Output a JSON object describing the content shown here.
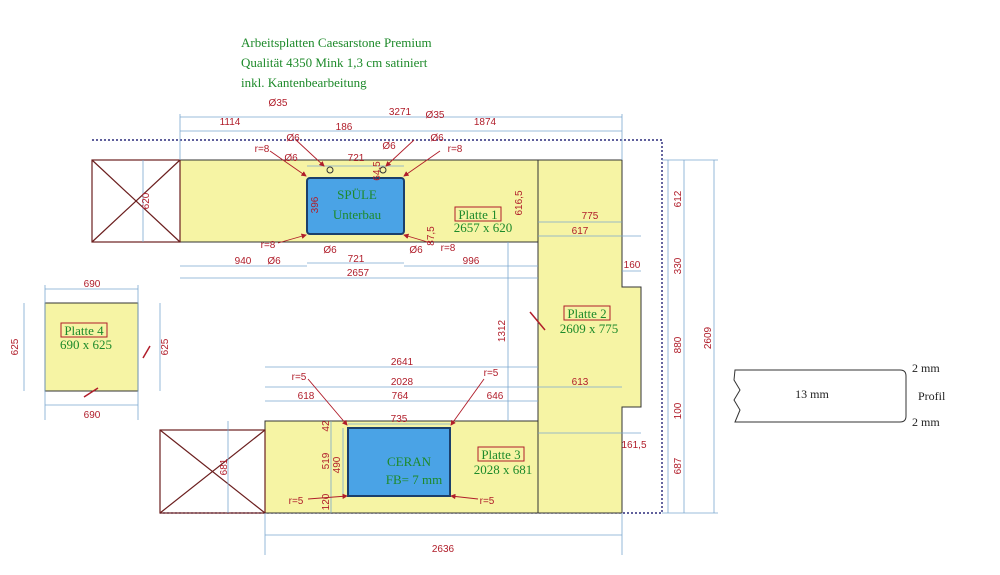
{
  "header": {
    "line1": "Arbeitsplatten Caesarstone Premium",
    "line2": "Qualität 4350 Mink 1,3 cm satiniert",
    "line3": "inkl. Kantenbearbeitung"
  },
  "colors": {
    "counter": "#f6f4a4",
    "sink": "#4aa3e6",
    "dimension": "#b01d2a",
    "label": "#1d8a2a",
    "outline": "#000060"
  },
  "plates": {
    "p1": {
      "name": "Platte 1",
      "size": "2657 x 620"
    },
    "p2": {
      "name": "Platte 2",
      "size": "2609 x 775"
    },
    "p3": {
      "name": "Platte 3",
      "size": "2028 x 681"
    },
    "p4": {
      "name": "Platte 4",
      "size": "690 x 625"
    }
  },
  "sink": {
    "line1": "SPÜLE",
    "line2": "Unterbau"
  },
  "cooktop": {
    "line1": "CERAN",
    "line2": "FB= 7 mm"
  },
  "dims": {
    "d3271": "3271",
    "d1114": "1114",
    "d1874": "1874",
    "d186": "186",
    "d721a": "721",
    "d721b": "721",
    "d396": "396",
    "d616": "616,5",
    "d940": "940",
    "d2657": "2657",
    "d996": "996",
    "d775": "775",
    "d617": "617",
    "d160": "160",
    "d612": "612",
    "d330": "330",
    "d880": "880",
    "d100": "100",
    "d687": "687",
    "d2609": "2609",
    "d1312": "1312",
    "d2641": "2641",
    "d2028": "2028",
    "d618": "618",
    "d764": "764",
    "d646": "646",
    "d613": "613",
    "d735": "735",
    "d490": "490",
    "d42": "42",
    "d519": "519",
    "d120": "120",
    "d681": "681",
    "d161": "161,5",
    "d2636": "2636",
    "d690t": "690",
    "d690b": "690",
    "d625l": "625",
    "d625r": "625",
    "d620": "620",
    "d645": "64,5",
    "d875": "87,5",
    "r8a": "r=8",
    "r8b": "r=8",
    "r8c": "r=8",
    "r8d": "r=8",
    "r5a": "r=5",
    "r5b": "r=5",
    "r5c": "r=5",
    "r5d": "r=5",
    "o35a": "Ø35",
    "o35b": "Ø35",
    "o6a": "Ø6",
    "o6b": "Ø6",
    "o6c": "Ø6",
    "o6d": "Ø6",
    "o6e": "Ø6",
    "o6f": "Ø6",
    "o6g": "Ø6"
  },
  "profile": {
    "thickness": "13 mm",
    "label": "Profil",
    "top": "2 mm",
    "bottom": "2 mm"
  }
}
